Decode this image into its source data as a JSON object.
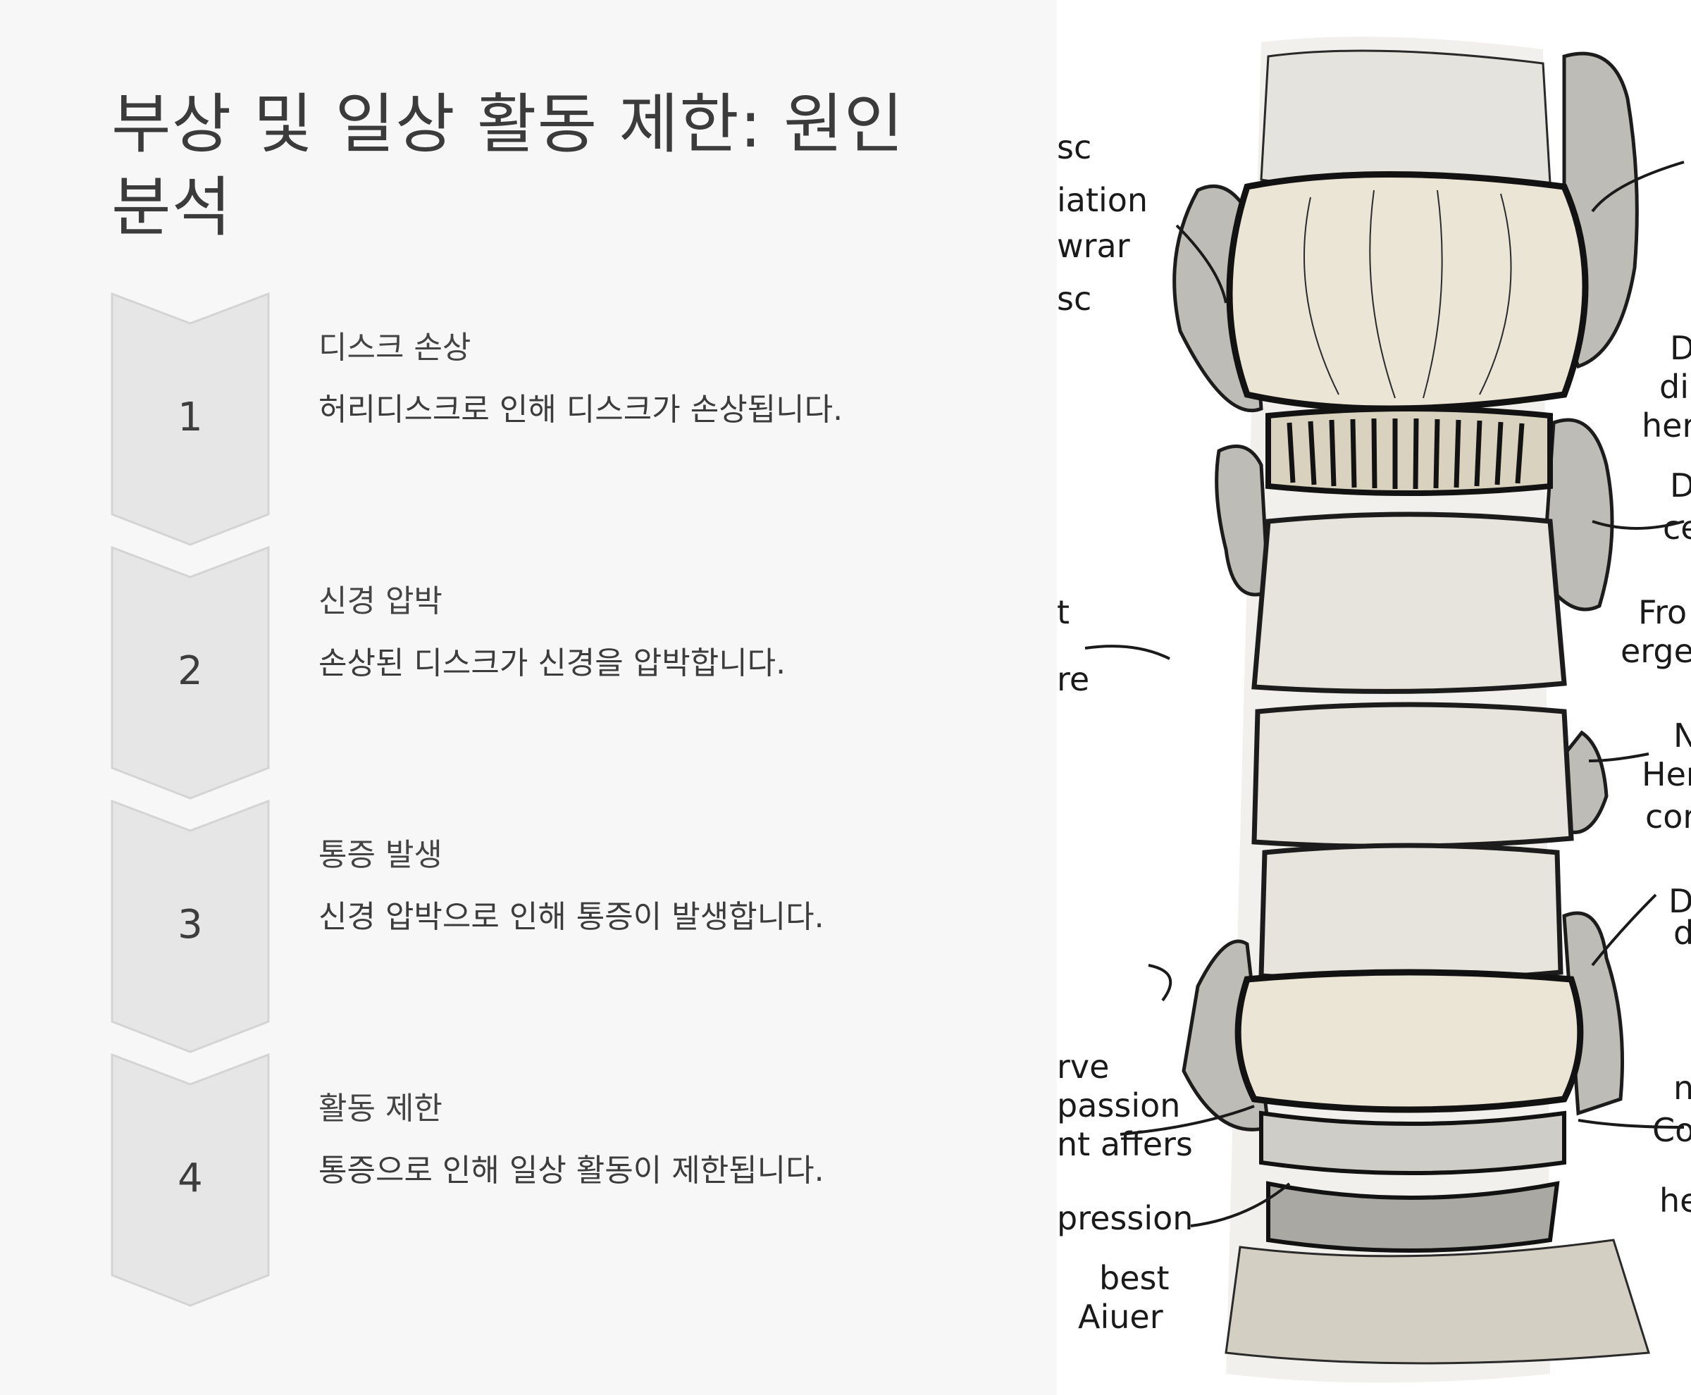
{
  "title": "부상 및 일상 활동 제한: 원인 분석",
  "steps": [
    {
      "number": "1",
      "title": "디스크 손상",
      "description": "허리디스크로 인해 디스크가 손상됩니다."
    },
    {
      "number": "2",
      "title": "신경 압박",
      "description": "손상된 디스크가 신경을 압박합니다."
    },
    {
      "number": "3",
      "title": "통증 발생",
      "description": "신경 압박으로 인해 통증이 발생합니다."
    },
    {
      "number": "4",
      "title": "활동 제한",
      "description": "통증으로 인해 일상 활동이 제한됩니다."
    }
  ],
  "illustration": {
    "labels_left": [
      "sc",
      "iation",
      "wrar",
      "sc",
      "t",
      "re",
      "rve",
      "passion",
      "nt affers",
      "pression",
      "best",
      "Aiuer"
    ],
    "labels_right": [
      "D",
      "di",
      "herr",
      "D",
      "ce",
      "Fro",
      "erge",
      "N",
      "Herr",
      "cor",
      "D",
      "d",
      "n",
      "Cor",
      "he"
    ]
  },
  "colors": {
    "background": "#f7f7f7",
    "chevron_fill": "#e6e6e6",
    "chevron_stroke": "#d4d4d4",
    "text": "#3a3a3a"
  }
}
